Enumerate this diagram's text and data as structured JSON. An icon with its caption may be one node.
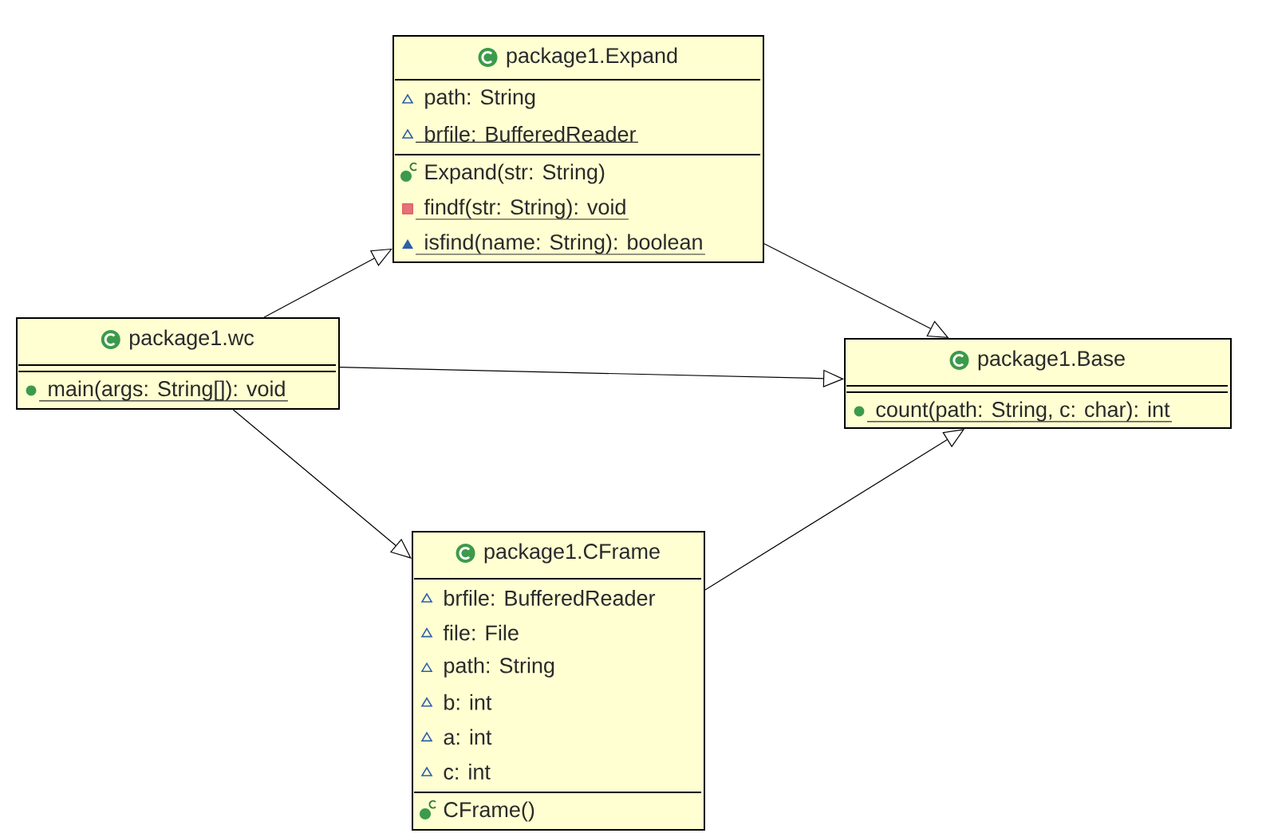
{
  "diagram": {
    "nodes": [
      {
        "text": [
          "package1.Expand"
        ]
      },
      {
        "text": [
          "path: String",
          "brfile: BufferedReader"
        ],
        "in": 0
      },
      {
        "text": [
          "Expand(str: String)",
          "findf(str: String): void",
          "isfind(name: String): boolean"
        ],
        "in": 0
      },
      {
        "text": [
          "package1.wc"
        ]
      },
      {
        "text": [],
        "shape": "box",
        "in": 3
      },
      {
        "text": [
          "main(args: String[]): void"
        ],
        "in": 3
      },
      {
        "text": [
          "package1.Base"
        ]
      },
      {
        "text": [],
        "shape": "box",
        "in": 6
      },
      {
        "text": [
          "count(path: String, c: char): int"
        ],
        "in": 6
      },
      {
        "text": [
          "package1.CFrame"
        ]
      },
      {
        "text": [
          "brfile: BufferedReader",
          "file: File",
          "path: String",
          "b: int",
          "a: int",
          "c: int"
        ],
        "in": 9
      },
      {
        "text": [
          "CFrame()"
        ],
        "in": 9
      }
    ],
    "edges": [
      {
        "from": 3,
        "to": 0,
        "arrow": "to"
      },
      {
        "from": 3,
        "to": 6,
        "arrow": "to"
      },
      {
        "from": 3,
        "to": 9,
        "arrow": "to"
      },
      {
        "from": 0,
        "to": 6,
        "arrow": "to"
      },
      {
        "from": 9,
        "to": 6,
        "arrow": "to"
      }
    ]
  }
}
